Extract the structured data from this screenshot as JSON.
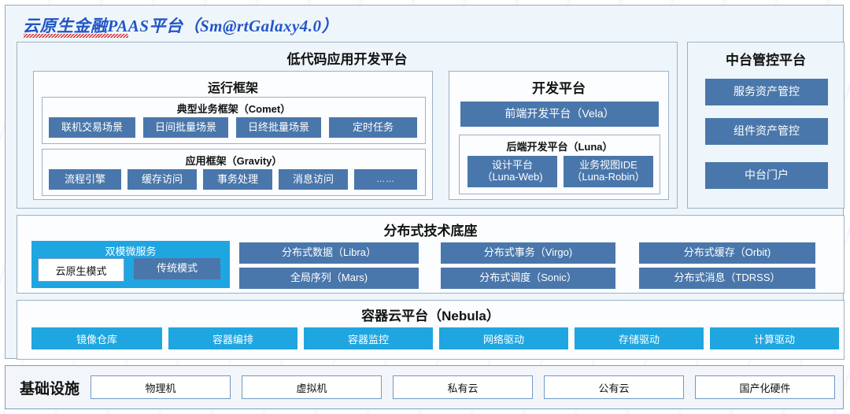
{
  "title": "云原生金融PAAS平台（Sm@rtGalaxy4.0）",
  "colors": {
    "accent_blue": "#4a77ab",
    "accent_cyan": "#1fa6e0",
    "panel_bg": "#eef6fb",
    "title_blue": "#2355c4",
    "spellcheck_red": "#e02020"
  },
  "lowcode": {
    "header": "低代码应用开发平台",
    "runtime": {
      "header": "运行框架",
      "comet": {
        "header": "典型业务框架（Comet）",
        "items": [
          "联机交易场景",
          "日间批量场景",
          "日终批量场景",
          "定时任务"
        ]
      },
      "gravity": {
        "header": "应用框架（Gravity）",
        "items": [
          "流程引擎",
          "缓存访问",
          "事务处理",
          "消息访问",
          "……"
        ]
      }
    },
    "devplatform": {
      "header": "开发平台",
      "frontend": "前端开发平台（Vela）",
      "backend": {
        "header": "后端开发平台（Luna）",
        "items": [
          {
            "line1": "设计平台",
            "line2": "（Luna-Web)"
          },
          {
            "line1": "业务视图IDE",
            "line2": "（Luna-Robin）"
          }
        ]
      }
    }
  },
  "midcontrol": {
    "header": "中台管控平台",
    "items": [
      "服务资产管控",
      "组件资产管控",
      "中台门户"
    ]
  },
  "distributed": {
    "header": "分布式技术底座",
    "dualmode": {
      "header": "双模微服务",
      "items": [
        "云原生模式",
        "传统模式"
      ]
    },
    "columns": [
      [
        "分布式数据（Libra）",
        "全局序列（Mars)"
      ],
      [
        "分布式事务（Virgo)",
        "分布式调度（Sonic）"
      ],
      [
        "分布式缓存（Orbit)",
        "分布式消息（TDRSS）"
      ]
    ]
  },
  "container": {
    "header": "容器云平台（Nebula）",
    "items": [
      "镜像仓库",
      "容器编排",
      "容器监控",
      "网络驱动",
      "存储驱动",
      "计算驱动"
    ]
  },
  "infrastructure": {
    "label": "基础设施",
    "items": [
      "物理机",
      "虚拟机",
      "私有云",
      "公有云",
      "国产化硬件"
    ]
  }
}
